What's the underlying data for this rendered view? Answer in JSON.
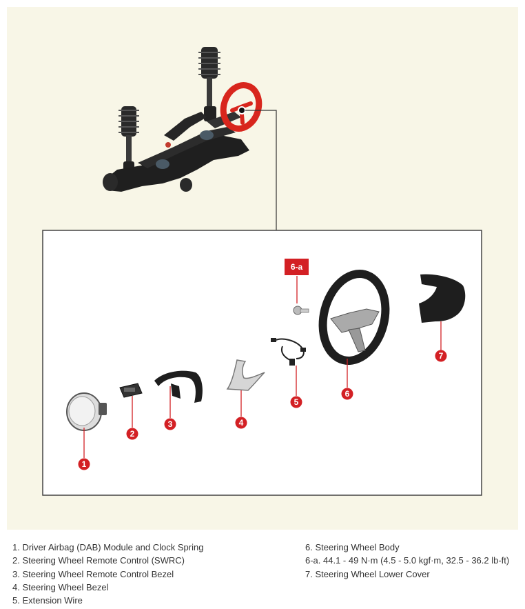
{
  "callouts": {
    "c1": "1",
    "c2": "2",
    "c3": "3",
    "c4": "4",
    "c5": "5",
    "c6": "6",
    "c7": "7",
    "c6a": "6-a"
  },
  "legend": {
    "left": [
      "1. Driver Airbag (DAB) Module and Clock Spring",
      "2. Steering Wheel Remote Control (SWRC)",
      "3. Steering Wheel Remote Control Bezel",
      "4. Steering Wheel Bezel",
      "5. Extension Wire"
    ],
    "right": [
      "6. Steering Wheel Body",
      "6-a. 44.1 - 49 N·m (4.5 - 5.0 kgf·m, 32.5 - 36.2 lb-ft)",
      "7. Steering Wheel Lower Cover"
    ]
  },
  "colors": {
    "panel_bg": "#f8f6e7",
    "callout_red": "#d32024",
    "steering_wheel_highlight": "#d8261d",
    "part_dark": "#1e1e1e"
  }
}
